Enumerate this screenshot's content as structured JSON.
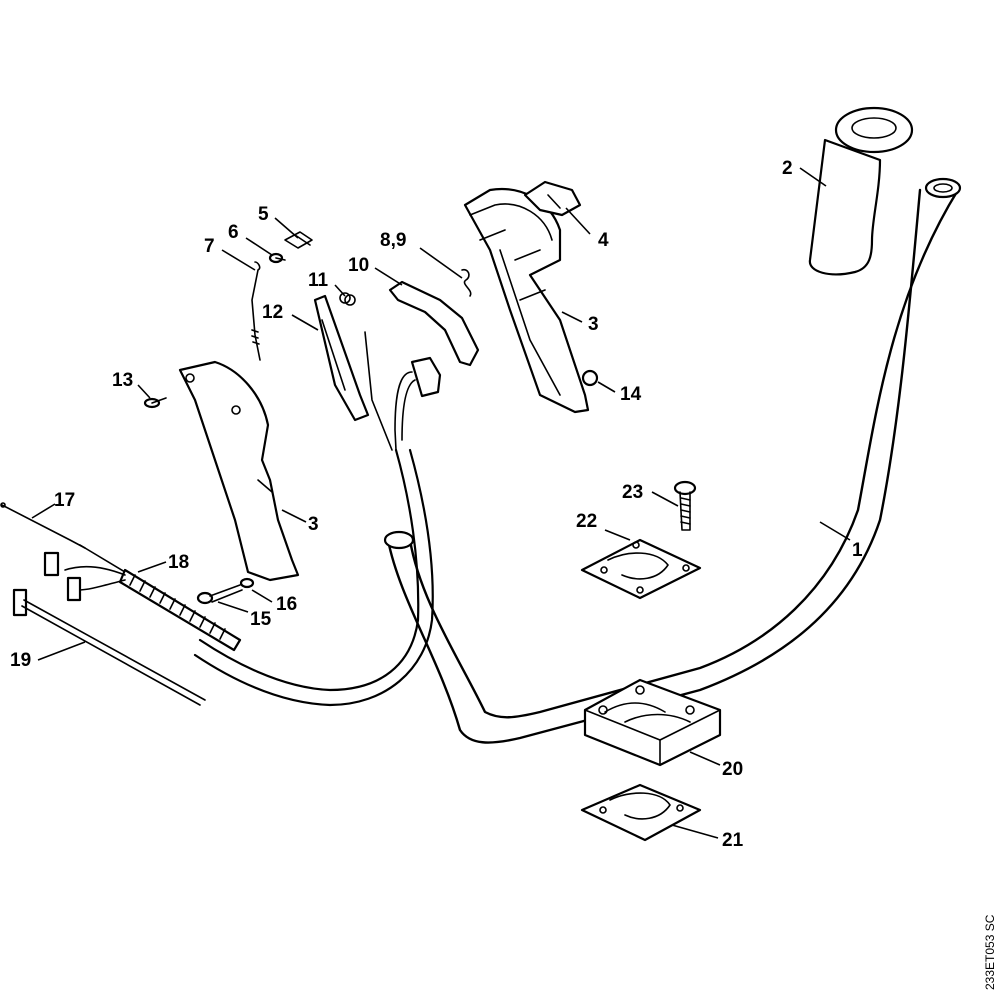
{
  "drawing_code": "233ET053 SC",
  "callouts": [
    {
      "id": "1",
      "label": "1"
    },
    {
      "id": "2",
      "label": "2"
    },
    {
      "id": "3a",
      "label": "3"
    },
    {
      "id": "3b",
      "label": "3"
    },
    {
      "id": "4",
      "label": "4"
    },
    {
      "id": "5",
      "label": "5"
    },
    {
      "id": "6",
      "label": "6"
    },
    {
      "id": "7",
      "label": "7"
    },
    {
      "id": "8-9",
      "label": "8,9"
    },
    {
      "id": "10",
      "label": "10"
    },
    {
      "id": "11",
      "label": "11"
    },
    {
      "id": "12",
      "label": "12"
    },
    {
      "id": "13",
      "label": "13"
    },
    {
      "id": "14",
      "label": "14"
    },
    {
      "id": "15",
      "label": "15"
    },
    {
      "id": "16",
      "label": "16"
    },
    {
      "id": "17",
      "label": "17"
    },
    {
      "id": "18",
      "label": "18"
    },
    {
      "id": "19",
      "label": "19"
    },
    {
      "id": "20",
      "label": "20"
    },
    {
      "id": "21",
      "label": "21"
    },
    {
      "id": "22",
      "label": "22"
    },
    {
      "id": "23",
      "label": "23"
    }
  ]
}
